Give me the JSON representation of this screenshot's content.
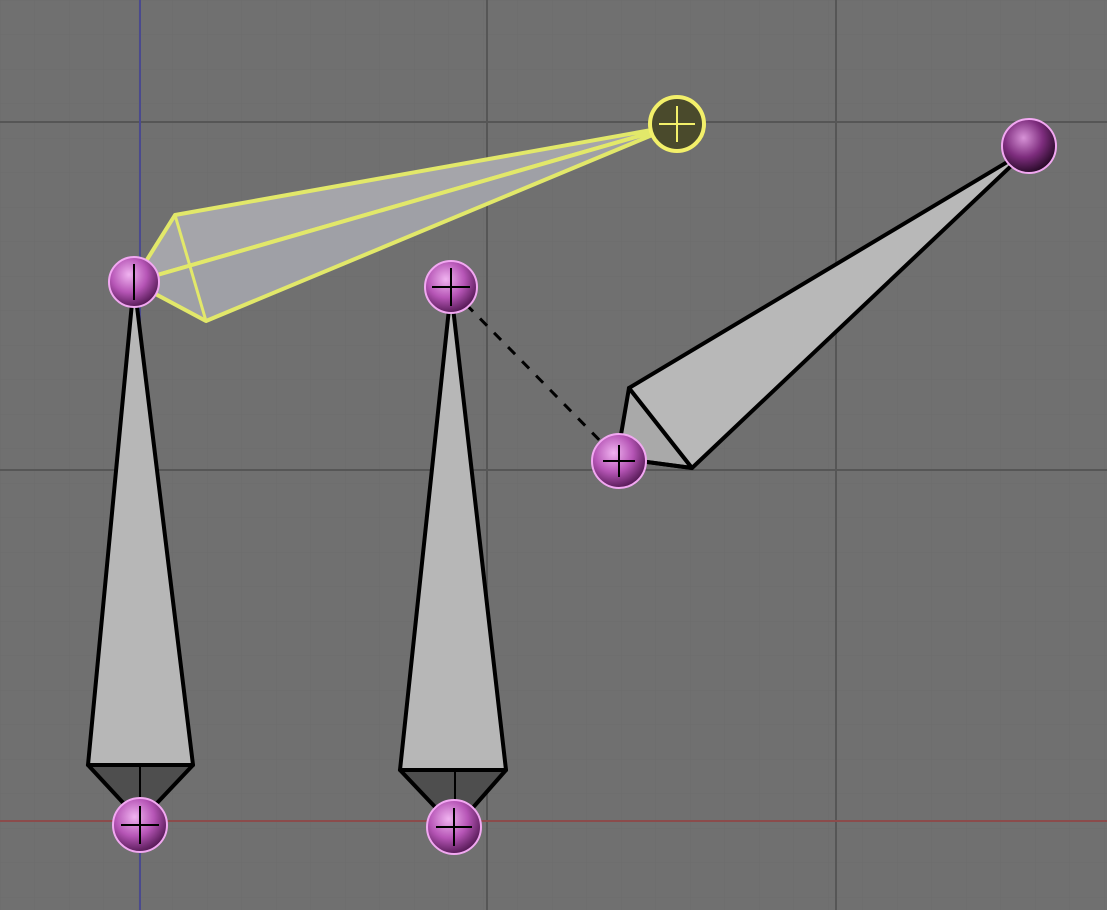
{
  "viewport": {
    "mode": "armature-edit",
    "grid_visible": true,
    "background_color": "#707070",
    "grid_minor_color": "#6a6a6a",
    "grid_major_color": "#545454",
    "axis_x_color": "#8a4a4a",
    "axis_z_color": "#4b4b8c"
  },
  "bones": [
    {
      "id": "bone-1",
      "selected": false,
      "fill": "#b4b4b4",
      "outline": "#000000"
    },
    {
      "id": "bone-2",
      "selected": false,
      "fill": "#b4b4b4",
      "outline": "#000000"
    },
    {
      "id": "bone-3",
      "selected": false,
      "fill": "#b4b4b4",
      "outline": "#000000"
    },
    {
      "id": "bone-4",
      "selected": true,
      "fill": "#a7a7ab",
      "outline": "#e6e86a"
    }
  ],
  "joint_color": "#c86ec8",
  "selected_joint_color": "#f3f06a"
}
